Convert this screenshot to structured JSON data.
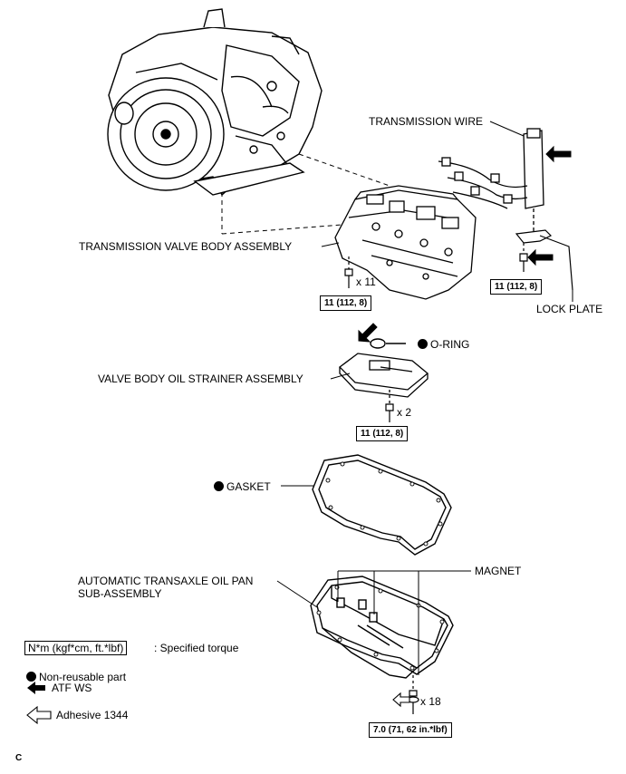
{
  "labels": {
    "transmission_wire": "TRANSMISSION WIRE",
    "valve_body": "TRANSMISSION VALVE BODY ASSEMBLY",
    "lock_plate": "LOCK PLATE",
    "o_ring": "O-RING",
    "strainer": "VALVE BODY OIL STRAINER ASSEMBLY",
    "gasket": "GASKET",
    "oil_pan_line1": "AUTOMATIC TRANSAXLE OIL PAN",
    "oil_pan_line2": "SUB-ASSEMBLY",
    "magnet": "MAGNET"
  },
  "quantities": {
    "valve_body_bolts": "x 11",
    "strainer_bolts": "x 2",
    "oil_pan_bolts": "x 18"
  },
  "torques": {
    "valve_body": "11 (112, 8)",
    "wire": "11 (112, 8)",
    "strainer": "11 (112, 8)",
    "oil_pan": "7.0 (71, 62 in.*lbf)"
  },
  "legend": {
    "torque_box": "N*m (kgf*cm, ft.*lbf)",
    "torque_desc": ": Specified torque",
    "non_reusable": "Non-reusable part",
    "atf": "ATF WS",
    "adhesive": "Adhesive 1344"
  },
  "figure_code": "C",
  "colors": {
    "ink": "#000000",
    "paper": "#ffffff"
  }
}
